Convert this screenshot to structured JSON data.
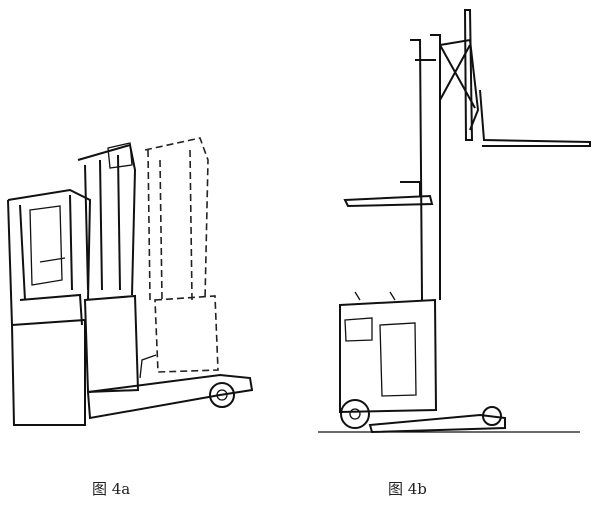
{
  "figures": [
    {
      "id": "4a",
      "caption": "图 4a",
      "subject": "reach-truck-with-operator-cab"
    },
    {
      "id": "4b",
      "caption": "图 4b",
      "subject": "order-picker-with-scissor-reach-fork"
    }
  ]
}
